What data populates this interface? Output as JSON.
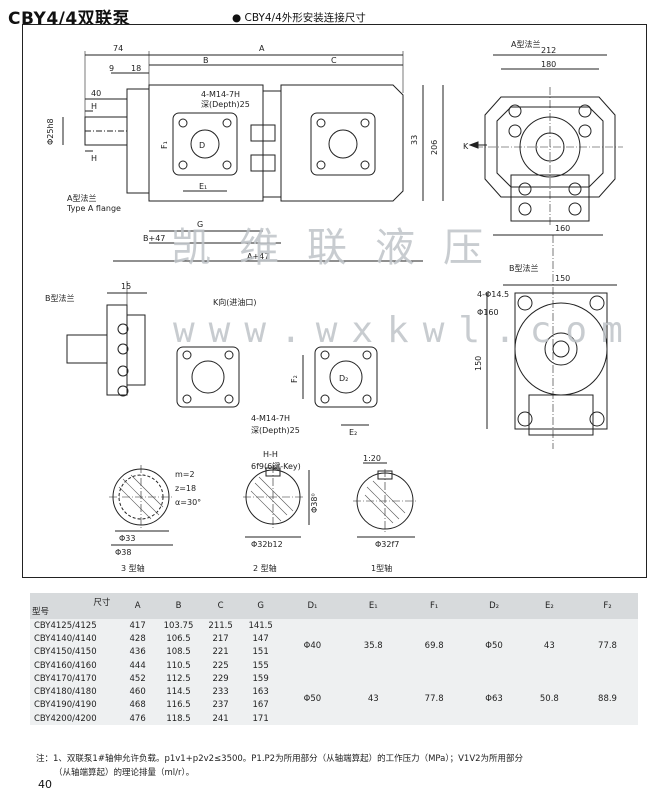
{
  "header": {
    "title": "CBY4/4双联泵",
    "subtitle": "● CBY4/4外形安装连接尺寸"
  },
  "watermark": {
    "cn": "凯维联液压",
    "url": "www.wxkwl.com"
  },
  "drawing_labels": {
    "dim_74": "74",
    "dim_A": "A",
    "dim_9": "9",
    "dim_18": "18",
    "dim_B": "B",
    "dim_C": "C",
    "dim_40": "40",
    "dim_phi25": "Φ25h8",
    "dim_H": "H",
    "dim_4m14": "4-M14-7H",
    "dim_depth25": "深(Depth)25",
    "dim_33": "33",
    "dim_206": "206",
    "dim_D1": "D",
    "dim_E1": "E₁",
    "dim_F1": "F₁",
    "flange_a": "A型法兰",
    "flange_a_en": "Type A flange",
    "dim_G": "G",
    "dim_B47": "B+47",
    "dim_A47": "A+47",
    "view_a": "A型法兰",
    "dim_212": "212",
    "dim_180": "180",
    "dim_K": "K",
    "dim_160": "160",
    "view_b": "B型法兰",
    "dim_15": "15",
    "flange_b": "B型法兰",
    "k_view": "K向(进油口)",
    "dim_150a": "150",
    "dim_4phi145": "4-Φ14.5",
    "dim_phi160": "Φ160",
    "dim_150b": "150",
    "dim_4m14b": "4-M14-7H",
    "dim_depth25b": "深(Depth)25",
    "dim_E2": "E₂",
    "dim_F2": "F₂",
    "dim_D2": "D₂",
    "hh": "H-H",
    "key": "6f9(6键-Key)",
    "m2": "m=2",
    "z18": "z=18",
    "a30": "α=30°",
    "d33": "Φ33",
    "d38": "Φ38",
    "d387": "Φ38⁰",
    "d32b12": "Φ32b12",
    "d32f7": "Φ32f7",
    "taper": "1:20",
    "shaft3": "3 型轴",
    "shaft2": "2 型轴",
    "shaft1": "1型轴"
  },
  "table": {
    "corner_top": "尺寸",
    "corner_bottom": "型号",
    "headers": [
      "A",
      "B",
      "C",
      "G",
      "D₁",
      "E₁",
      "F₁",
      "D₂",
      "E₂",
      "F₂"
    ],
    "rows": [
      [
        "CBY4125/4125",
        "417",
        "103.75",
        "211.5",
        "141.5"
      ],
      [
        "CBY4140/4140",
        "428",
        "106.5",
        "217",
        "147"
      ],
      [
        "CBY4150/4150",
        "436",
        "108.5",
        "221",
        "151"
      ],
      [
        "CBY4160/4160",
        "444",
        "110.5",
        "225",
        "155"
      ],
      [
        "CBY4170/4170",
        "452",
        "112.5",
        "229",
        "159"
      ],
      [
        "CBY4180/4180",
        "460",
        "114.5",
        "233",
        "163"
      ],
      [
        "CBY4190/4190",
        "468",
        "116.5",
        "237",
        "167"
      ],
      [
        "CBY4200/4200",
        "476",
        "118.5",
        "241",
        "171"
      ]
    ],
    "group1": [
      "Φ40",
      "35.8",
      "69.8",
      "Φ50",
      "43",
      "77.8"
    ],
    "group2": [
      "Φ50",
      "43",
      "77.8",
      "Φ63",
      "50.8",
      "88.9"
    ]
  },
  "note": {
    "line1": "注：1、双联泵1#轴伸允许负载。p1v1+p2v2≤3500。P1.P2为所用部分（从轴端算起）的工作压力（MPa）；V1V2为所用部分",
    "line2": "（从轴端算起）的理论排量（ml/r）。"
  },
  "page_number": "40"
}
